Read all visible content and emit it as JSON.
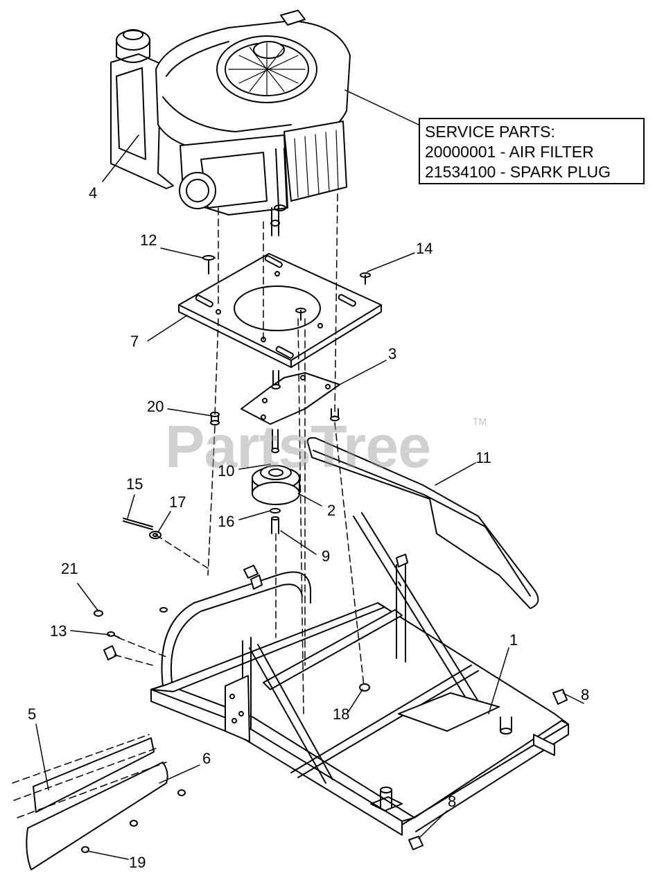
{
  "service_box": {
    "line1": "SERVICE PARTS:",
    "line2": "20000001 - AIR FILTER",
    "line3": "21534100 - SPARK PLUG"
  },
  "watermark": {
    "text": "PartsTree",
    "tm": "TM"
  },
  "callouts": {
    "c1": "1",
    "c2": "2",
    "c3": "3",
    "c4": "4",
    "c5": "5",
    "c6": "6",
    "c7": "7",
    "c8a": "8",
    "c8b": "8",
    "c9": "9",
    "c10": "10",
    "c11": "11",
    "c12": "12",
    "c13": "13",
    "c14": "14",
    "c15": "15",
    "c16": "16",
    "c17": "17",
    "c18": "18",
    "c19": "19",
    "c20": "20",
    "c21": "21"
  }
}
